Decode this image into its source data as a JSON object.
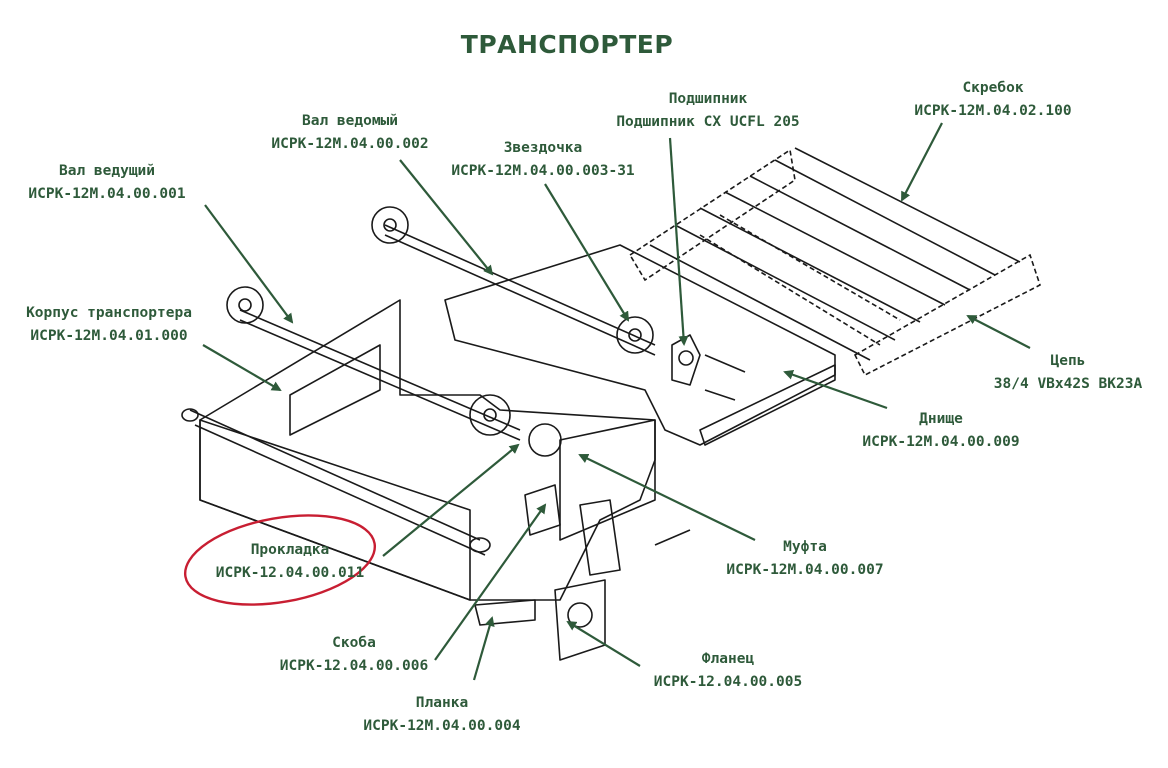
{
  "title": "ТРАНСПОРТЕР",
  "colors": {
    "label": "#2e5a3a",
    "leader": "#2e5a3a",
    "drawing": "#1a1a1a",
    "highlight": "#c81e32"
  },
  "parts": [
    {
      "id": "val-veduschiy",
      "name": "Вал ведущий",
      "code": "ИСРК-12М.04.00.001"
    },
    {
      "id": "val-vedomyy",
      "name": "Вал ведомый",
      "code": "ИСРК-12М.04.00.002"
    },
    {
      "id": "zvezdochka",
      "name": "Звездочка",
      "code": "ИСРК-12М.04.00.003-31"
    },
    {
      "id": "podshipnik",
      "name": "Подшипник",
      "code": "Подшипник CX UCFL 205"
    },
    {
      "id": "skrebok",
      "name": "Скребок",
      "code": "ИСРК-12М.04.02.100"
    },
    {
      "id": "korpus",
      "name": "Корпус транспортера",
      "code": "ИСРК-12М.04.01.000"
    },
    {
      "id": "tsep",
      "name": "Цепь",
      "code": "38/4 VBx42S BK23A"
    },
    {
      "id": "dnische",
      "name": "Днище",
      "code": "ИСРК-12М.04.00.009"
    },
    {
      "id": "mufta",
      "name": "Муфта",
      "code": "ИСРК-12М.04.00.007"
    },
    {
      "id": "prokladka",
      "name": "Прокладка",
      "code": "ИСРК-12.04.00.011"
    },
    {
      "id": "skoba",
      "name": "Скоба",
      "code": "ИСРК-12.04.00.006"
    },
    {
      "id": "flanets",
      "name": "Фланец",
      "code": "ИСРК-12.04.00.005"
    },
    {
      "id": "planka",
      "name": "Планка",
      "code": "ИСРК-12М.04.00.004"
    }
  ]
}
